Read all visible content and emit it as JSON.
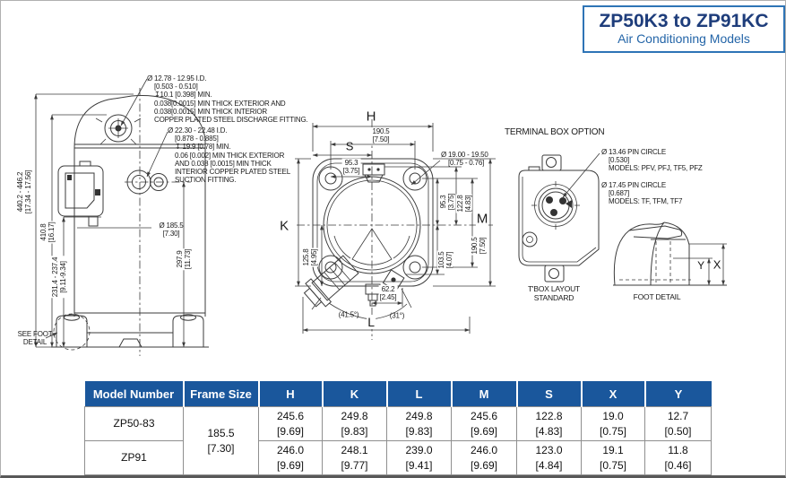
{
  "titlebox": {
    "title": "ZP50K3 to ZP91KC",
    "subtitle": "Air Conditioning Models"
  },
  "colors": {
    "table_header_blue": "#1a579c",
    "title_navy": "#1e3d7b",
    "subtitle_blue": "#2465a8",
    "line_color": "#3b3b3b"
  },
  "side_view": {
    "note_discharge": "Ø 12.78 - 12.95 I.D.\n[0.503 - 0.510]\n↧10.1 [0.398] MIN.\n0.038[0.0015] MIN THICK EXTERIOR AND\n0.038[0.0015] MIN THICK INTERIOR\nCOPPER PLATED STEEL DISCHARGE FITTING.",
    "note_suction": "Ø 22.30 - 22.48 I.D.\n[0.878 - 0.885]\n↧ 19.9 [0.78] MIN.\n0.06 [0.002] MIN THICK EXTERIOR\nAND 0.038 [0.0015] MIN THICK\nINTERIOR COPPER PLATED STEEL\nSUCTION FITTING.",
    "dim_overall": "440.2 - 446.2\n[17.34 - 17.56]",
    "dim_fitting_height": "410.8\n[16.17]",
    "dim_tbox_height": "231.4 - 237.4\n[9.11-9.34]",
    "dim_shell_dia": "Ø 185.5\n[7.30]",
    "dim_suction_height": "297.9\n[11.73]",
    "see_foot": "SEE FOOT\nDETAIL"
  },
  "top_view": {
    "label_h": "H",
    "label_s": "S",
    "label_k": "K",
    "label_m": "M",
    "label_l": "L",
    "dim_bolt_spacing": "190.5\n[7.50]",
    "dim_half_spacing": "95.3\n[3.75]",
    "callout_hole": "Ø 19.00 - 19.50\n[0.75 - 0.76]",
    "dim_left": "125.8\n[4.95]",
    "dim_right_1": "95.3\n[3.75]",
    "dim_right_2": "122.8\n[4.83]",
    "dim_right_3": "190.5\n[7.50]",
    "dim_right_4": "103.5\n[4.07]",
    "dim_bottom": "62.2\n[2.45]",
    "angle_1": "(41.5°)",
    "angle_2": "(31°)"
  },
  "terminal_box": {
    "title": "TERMINAL BOX OPTION",
    "callout_small": "Ø 13.46 PIN CIRCLE\n[0.530]\nMODELS: PFV, PFJ, TF5, PFZ",
    "callout_large": "Ø 17.45 PIN CIRCLE\n[0.687]\nMODELS: TF, TFM, TF7",
    "caption": "T'BOX LAYOUT\nSTANDARD"
  },
  "foot_detail": {
    "caption": "FOOT DETAIL",
    "label_x": "X",
    "label_y": "Y"
  },
  "table": {
    "headers": [
      "Model Number",
      "Frame Size",
      "H",
      "K",
      "L",
      "M",
      "S",
      "X",
      "Y"
    ],
    "frame_size": "185.5\n[7.30]",
    "rows": [
      {
        "model": "ZP50-83",
        "h": "245.6\n[9.69]",
        "k": "249.8\n[9.83]",
        "l": "249.8\n[9.83]",
        "m": "245.6\n[9.69]",
        "s": "122.8\n[4.83]",
        "x": "19.0\n[0.75]",
        "y": "12.7\n[0.50]"
      },
      {
        "model": "ZP91",
        "h": "246.0\n[9.69]",
        "k": "248.1\n[9.77]",
        "l": "239.0\n[9.41]",
        "m": "246.0\n[9.69]",
        "s": "123.0\n[4.84]",
        "x": "19.1\n[0.75]",
        "y": "11.8\n[0.46]"
      }
    ]
  }
}
